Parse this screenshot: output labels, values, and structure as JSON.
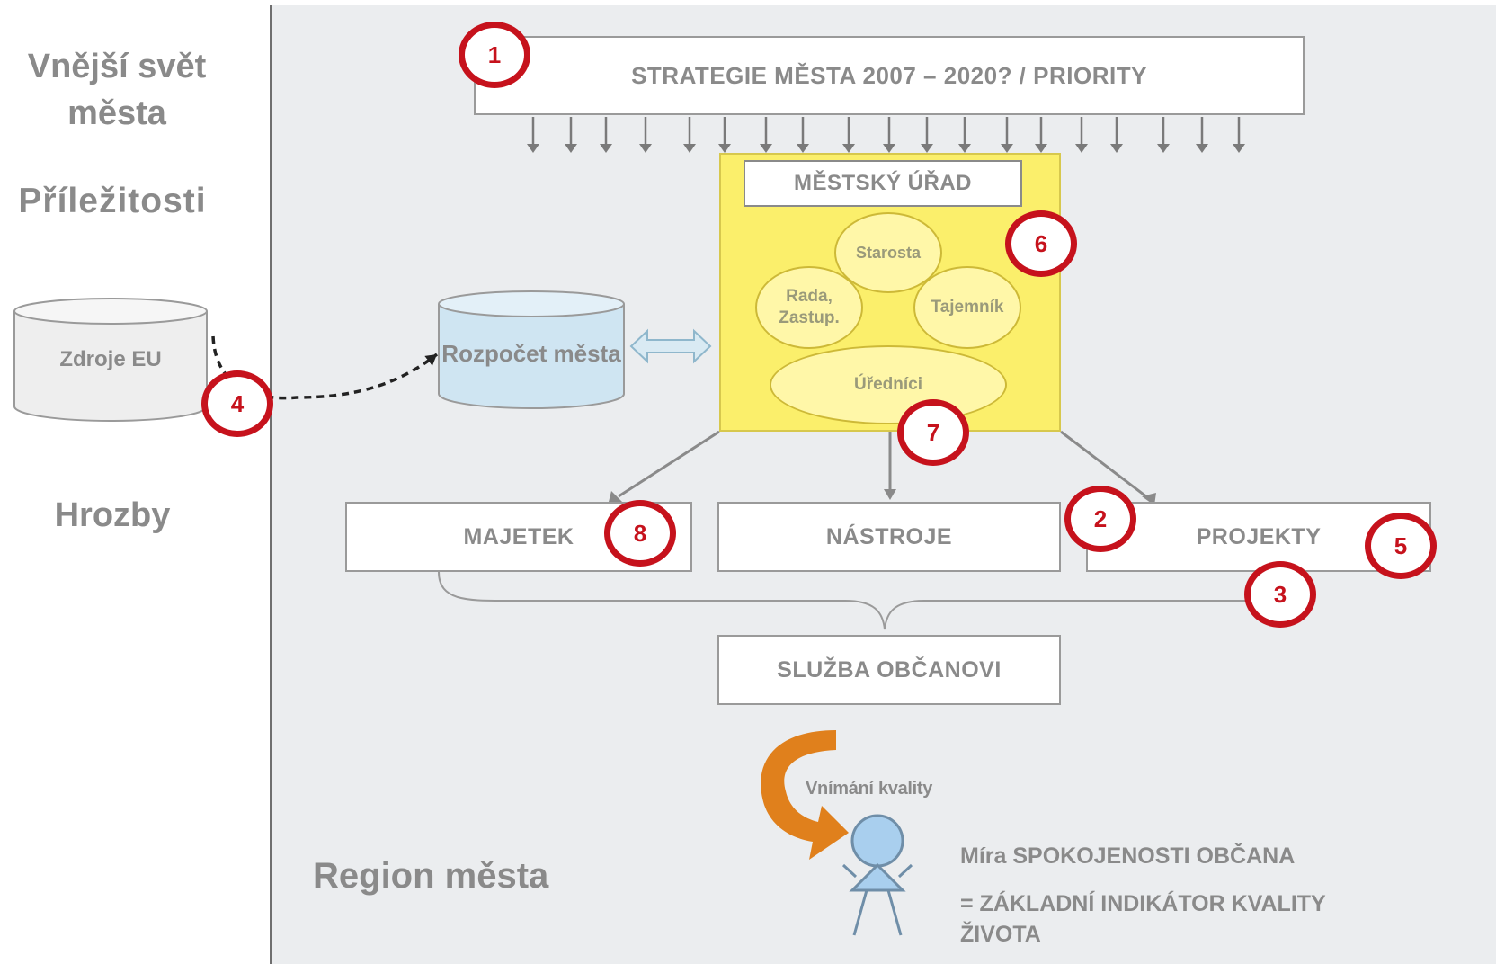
{
  "side": {
    "outer_world": "Vnější svět města",
    "opportunities": "Příležitosti",
    "threats": "Hrozby",
    "region": "Region města"
  },
  "strategy_label": "STRATEGIE MĚSTA 2007 – 2020? / PRIORITY",
  "office": {
    "title": "MĚSTSKÝ ÚŘAD",
    "mayor": "Starosta",
    "council": "Rada, Zastup.",
    "secretary": "Tajemník",
    "officials": "Úředníci"
  },
  "budget_label": "Rozpočet města",
  "eu_label": "Zdroje EU",
  "outputs": {
    "property": "MAJETEK",
    "tools": "NÁSTROJE",
    "projects": "PROJEKTY"
  },
  "service_label": "SLUŽBA OBČANOVI",
  "perception_label": "Vnímání kvality",
  "satisfaction_line1": "Míra SPOKOJENOSTI OBČANA",
  "satisfaction_line2": "= ZÁKLADNÍ INDIKÁTOR KVALITY ŽIVOTA",
  "markers": [
    "1",
    "2",
    "3",
    "4",
    "5",
    "6",
    "7",
    "8"
  ],
  "colors": {
    "marker": "#c6121c",
    "office_fill": "#fbef6b",
    "budget_fill": "#cfe5f2",
    "person_fill": "#a9cfee",
    "perception_arrow": "#e0801c",
    "panel_bg": "#ebedef"
  }
}
